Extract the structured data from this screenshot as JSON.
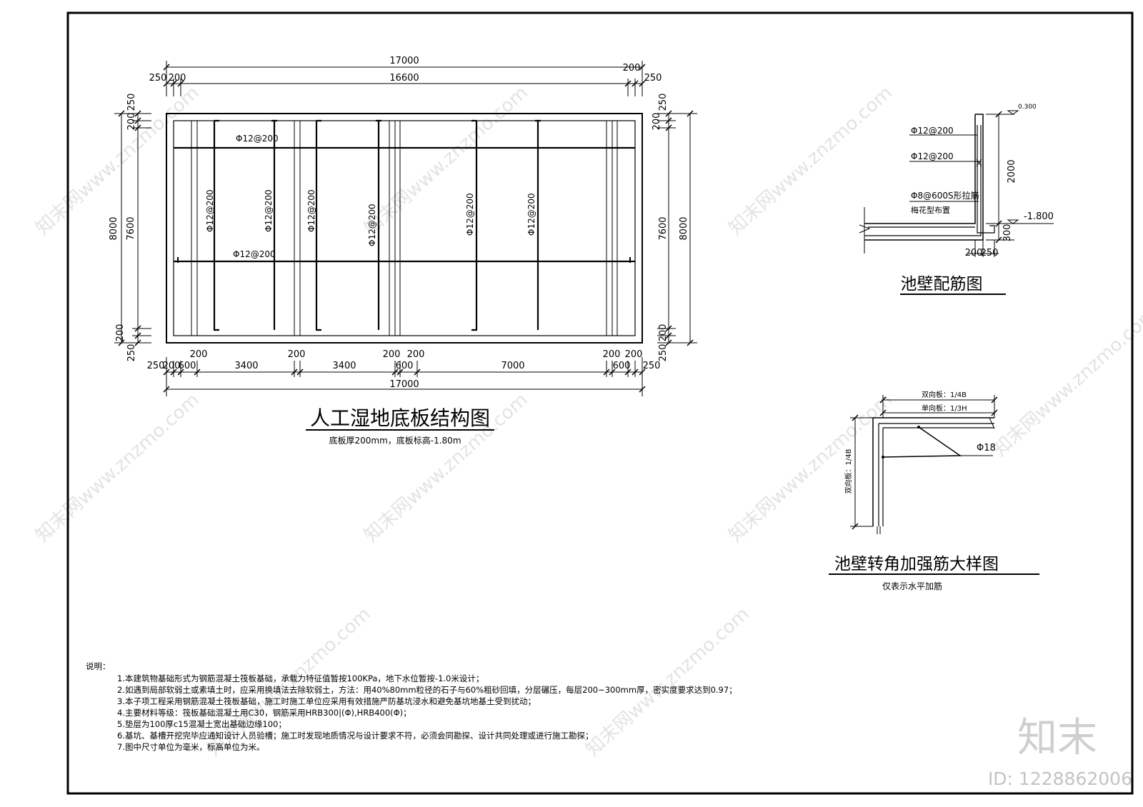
{
  "plan": {
    "title": "人工湿地底板结构图",
    "subtitle": "底板厚200mm，底板标高-1.80m",
    "dims_top": {
      "overall": "17000",
      "inner": "16600",
      "left_a": "250",
      "left_b": "200",
      "right_a": "200",
      "right_b": "250"
    },
    "dims_bottom": {
      "overall": "17000",
      "segments": [
        "250",
        "200",
        "600",
        "3400",
        "3400",
        "600",
        "7000",
        "600",
        "200",
        "250"
      ],
      "upper": [
        "200",
        "200",
        "200",
        "200",
        "200"
      ]
    },
    "dims_left": {
      "overall": "8000",
      "inner": "7600",
      "top_a": "250",
      "top_b": "200",
      "bot_a": "200",
      "bot_b": "250"
    },
    "dims_right": {
      "overall": "8000",
      "inner": "7600",
      "top_a": "250",
      "top_b": "200",
      "bot_a": "200",
      "bot_b": "250"
    },
    "bar_h_top": "Φ12@200",
    "bar_h_bottom": "Φ12@200",
    "bar_v": [
      "Φ12@200",
      "Φ12@200",
      "Φ12@200",
      "Φ12@200",
      "Φ12@200",
      "Φ12@200"
    ]
  },
  "wall": {
    "title": "池壁配筋图",
    "labels": [
      "Φ12@200",
      "Φ12@200",
      "Φ8@600S形拉筋",
      "梅花型布置"
    ],
    "elev_top": "0.300",
    "elev_bottom": "-1.800",
    "height": "2000",
    "base": "300",
    "dim_a": "200",
    "dim_b": "250"
  },
  "corner": {
    "title": "池壁转角加强筋大样图",
    "subtitle": "仅表示水平加筋",
    "top_label_1": "双向板：1/4B",
    "top_label_2": "单向板：1/3H",
    "bar": "Φ18",
    "side_label": "双向板：1/4B"
  },
  "notes": {
    "heading": "说明：",
    "items": [
      "1.本建筑物基础形式为钢筋混凝土筏板基础，承载力特征值暂按100KPa，地下水位暂按-1.0米设计；",
      "2.如遇到局部软弱土或素填土时，应采用换填法去除软弱土，方法：用40%80mm粒径的石子与60%粗砂回填，分层碾压，每层200~300mm厚，密实度要求达到0.97；",
      "3.本子项工程采用钢筋混凝土筏板基础，施工时施工单位应采用有效措施严防基坑浸水和避免基坑地基土受到扰动；",
      "4.主要材料等级：筏板基础混凝土用C30，钢筋采用HRB300|(Φ),HRB400(Φ)；",
      "5.垫层为100厚c15混凝土宽出基础边缘100；",
      "6.基坑、基槽开挖完毕应通知设计人员验槽；施工时发现地质情况与设计要求不符，必须会同勘探、设计共同处理或进行施工勘探；",
      "7.图中尺寸单位为毫米，标高单位为米。"
    ]
  },
  "brand": {
    "logo": "知末",
    "id": "ID: 1228862006",
    "watermark": "知末网www.znzmo.com"
  }
}
